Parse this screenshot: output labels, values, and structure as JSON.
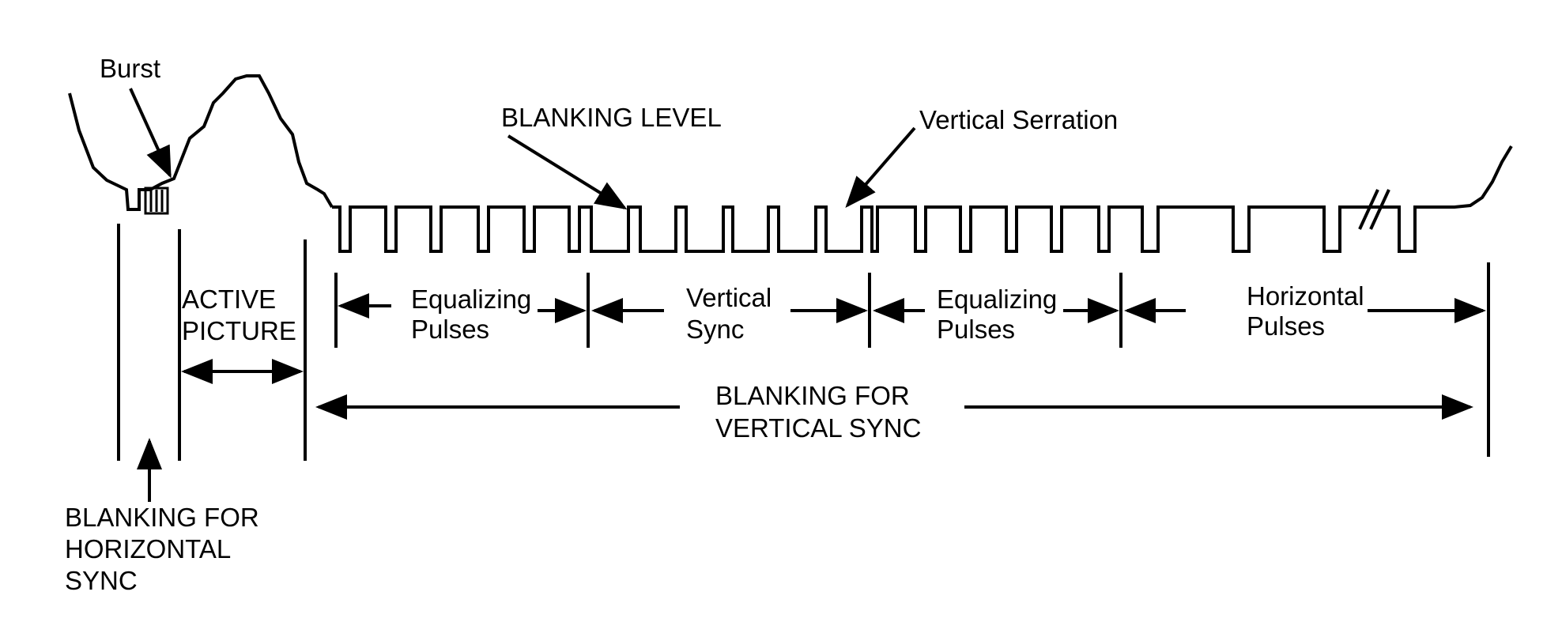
{
  "labels": {
    "burst": "Burst",
    "blanking_level": "BLANKING LEVEL",
    "vertical_serration": "Vertical Serration",
    "active_picture_line1": "ACTIVE",
    "active_picture_line2": "PICTURE",
    "equalizing_pulses_1_line1": "Equalizing",
    "equalizing_pulses_1_line2": "Pulses",
    "vertical_sync_line1": "Vertical",
    "vertical_sync_line2": "Sync",
    "equalizing_pulses_2_line1": "Equalizing",
    "equalizing_pulses_2_line2": "Pulses",
    "horizontal_pulses_line1": "Horizontal",
    "horizontal_pulses_line2": "Pulses",
    "blanking_vertical_line1": "BLANKING FOR",
    "blanking_vertical_line2": "VERTICAL SYNC",
    "blanking_horizontal_line1": "BLANKING FOR",
    "blanking_horizontal_line2": "HORIZONTAL",
    "blanking_horizontal_line3": "SYNC"
  }
}
